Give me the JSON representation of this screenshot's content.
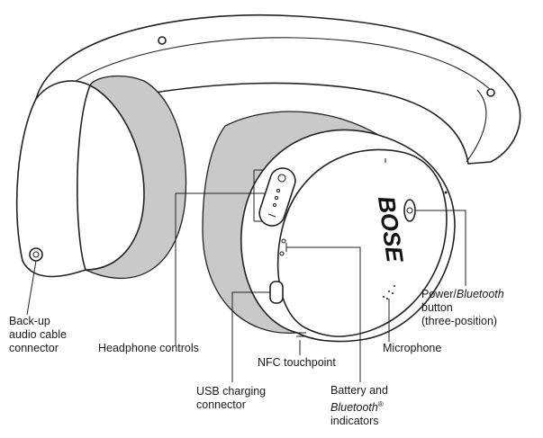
{
  "brand_logo": "BOSE",
  "labels": {
    "backup": [
      "Back-up",
      "audio cable",
      "connector"
    ],
    "controls": "Headphone controls",
    "usb": [
      "USB charging",
      "connector"
    ],
    "nfc": "NFC touchpoint",
    "battery": {
      "line1": "Battery and",
      "line2_italic": "Bluetooth",
      "line2_sup": "®",
      "line3": "indicators"
    },
    "microphone": "Microphone",
    "power": {
      "line1_a": "Power/",
      "line1_italic": "Bluetooth",
      "line2": "button",
      "line3": "(three-position)"
    }
  }
}
